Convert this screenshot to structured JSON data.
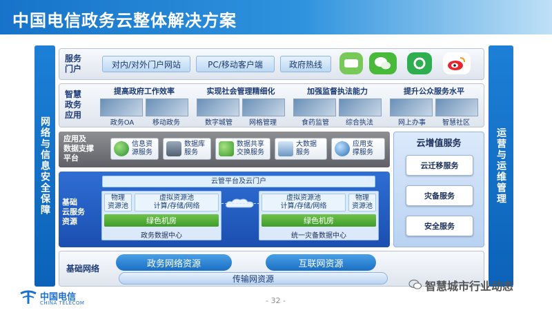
{
  "title": "中国电信政务云整体解决方案",
  "left_bar": "网络与信息安全保障",
  "right_bar": "运营与运维管理",
  "service_portal": {
    "label": "服务\n门户",
    "items": [
      "对内/对外门户网站",
      "PC/移动客户端",
      "政府热线"
    ]
  },
  "smart_apps": {
    "label": "智慧\n政务\n应用",
    "groups": [
      {
        "title": "提高政府工作效率",
        "subs": [
          "政务OA",
          "移动政务"
        ]
      },
      {
        "title": "实现社会管理精细化",
        "subs": [
          "数字城管",
          "网格管理"
        ]
      },
      {
        "title": "加强监督执法能力",
        "subs": [
          "食药监管",
          "综合执法"
        ]
      },
      {
        "title": "提升公众服务水平",
        "subs": [
          "网上办事",
          "智慧社区"
        ]
      }
    ]
  },
  "app_support": {
    "label": "应用及\n数据支撑\n平台",
    "items": [
      "信息资\n源服务",
      "数据库\n服务",
      "数据共享\n交换服务",
      "大数据\n服务",
      "应用支\n撑服务"
    ]
  },
  "base_cloud": {
    "label": "基础\n云服务\n资源",
    "platform": "云管平台及云门户",
    "left": {
      "physical": "物理\n资源池",
      "virtual": "虚拟资源池\n计算/存储/网络",
      "green": "绿色机房",
      "center": "政务数据中心"
    },
    "right": {
      "virtual": "虚拟资源池\n计算/存储/网络",
      "physical": "物理\n资源池",
      "green": "绿色机房",
      "center": "统一灾备数据中心"
    }
  },
  "vas": {
    "title": "云增值服务",
    "items": [
      "云迁移服务",
      "灾备服务",
      "安全服务"
    ]
  },
  "network": {
    "label": "基础网络",
    "clouds": [
      "政务网络资源",
      "互联网资源"
    ],
    "transport": "传输网资源"
  },
  "footer": {
    "logo_cn": "中国电信",
    "logo_en": "CHINA TELECOM",
    "page": "- 32 -",
    "watermark": "智慧城市行业动态"
  },
  "colors": {
    "brand_blue": "#1673c9",
    "green": "#3f9c2a"
  }
}
